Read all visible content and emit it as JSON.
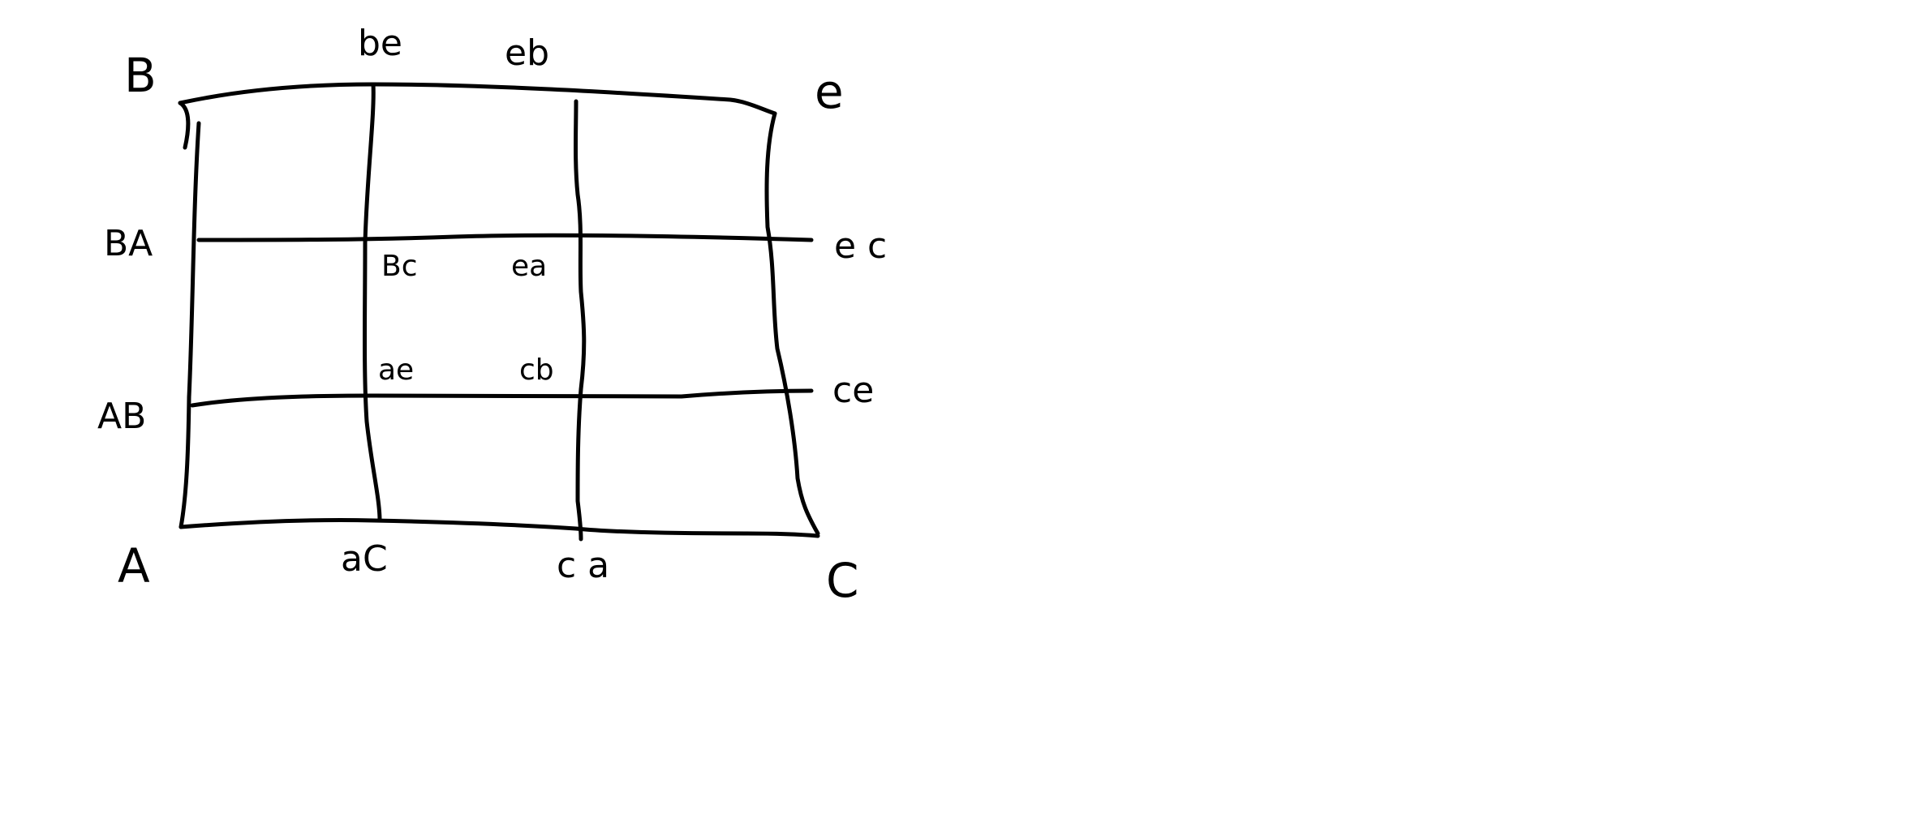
{
  "colors": {
    "background": "#ffffff",
    "ink": "#000000"
  },
  "labels": {
    "corner_b": "B",
    "corner_e": "e",
    "corner_a": "A",
    "corner_c": "C",
    "top_left": "be",
    "top_right": "eb",
    "left_upper": "BA",
    "left_lower": "AB",
    "right_upper": "e c",
    "right_lower": "ce",
    "bottom_left": "aC",
    "bottom_right": "c a",
    "inner_tl": "Bc",
    "inner_tr": "ea",
    "inner_bl": "ae",
    "inner_br": "cb"
  }
}
